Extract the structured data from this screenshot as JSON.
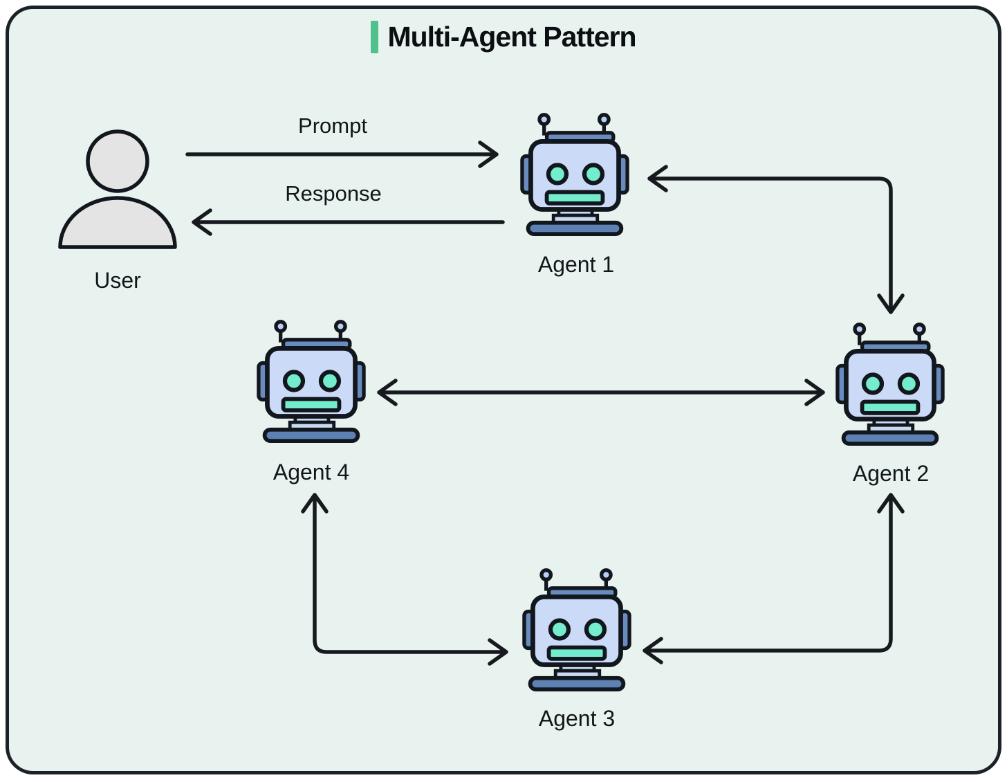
{
  "title": "Multi-Agent Pattern",
  "nodes": [
    {
      "id": "user",
      "label": "User",
      "type": "user"
    },
    {
      "id": "agent1",
      "label": "Agent 1",
      "type": "robot"
    },
    {
      "id": "agent2",
      "label": "Agent 2",
      "type": "robot"
    },
    {
      "id": "agent3",
      "label": "Agent 3",
      "type": "robot"
    },
    {
      "id": "agent4",
      "label": "Agent 4",
      "type": "robot"
    }
  ],
  "edges": [
    {
      "id": "prompt",
      "label": "Prompt",
      "from": "User",
      "to": "Agent 1",
      "direction": "one-way"
    },
    {
      "id": "response",
      "label": "Response",
      "from": "Agent 1",
      "to": "User",
      "direction": "one-way"
    },
    {
      "id": "agent1-agent2",
      "label": "",
      "from": "Agent 1",
      "to": "Agent 2",
      "direction": "two-way"
    },
    {
      "id": "agent2-agent4",
      "label": "",
      "from": "Agent 4",
      "to": "Agent 2",
      "direction": "two-way"
    },
    {
      "id": "agent3-agent4",
      "label": "",
      "from": "Agent 3",
      "to": "Agent 4",
      "direction": "two-way"
    },
    {
      "id": "agent2-agent3",
      "label": "",
      "from": "Agent 2",
      "to": "Agent 3",
      "direction": "two-way"
    }
  ],
  "colors": {
    "canvas": "#ffffff",
    "panel": "#e8f2ee",
    "outline": "#12161d",
    "ink": "#16191e",
    "accent": "#50c08c",
    "robot-head": "#cbdaf7",
    "robot-trim": "#6a8bbd",
    "robot-base": "#5d81b3",
    "robot-face": "#74ecce",
    "robot-neck": "#c9daf3",
    "robot-antenna": "#b9d0f2",
    "user-fill": "#e4e4e4"
  }
}
